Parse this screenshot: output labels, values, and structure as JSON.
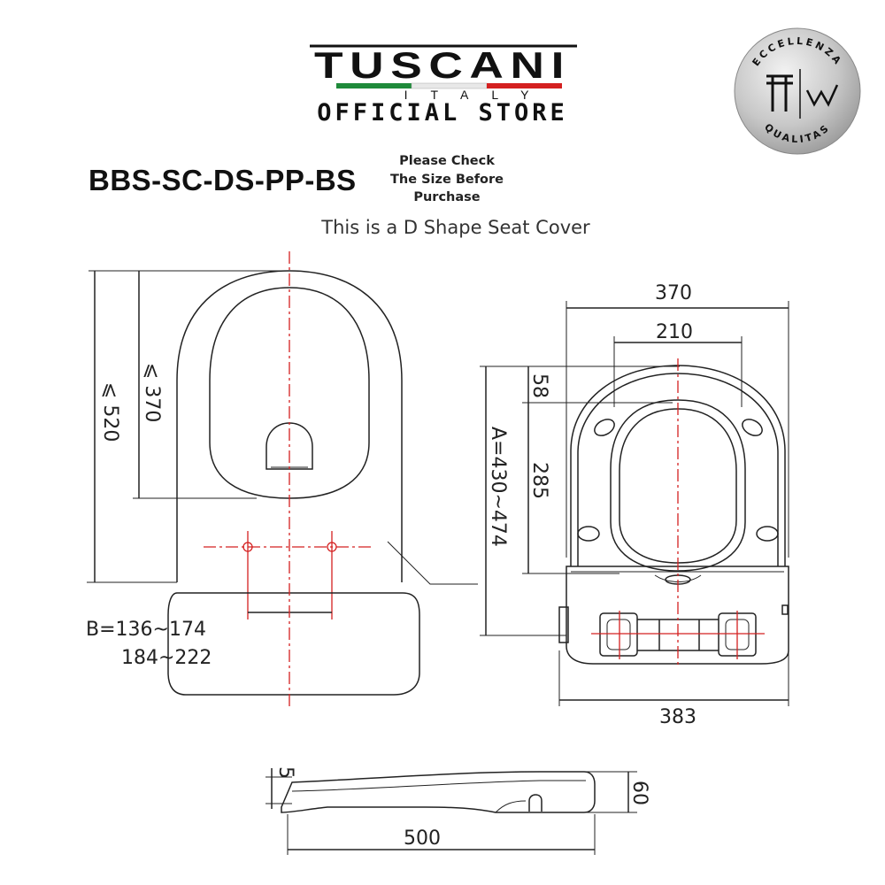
{
  "brand": {
    "logo_text": "TUSCANI",
    "logo_subtext": "ITALY",
    "store_label": "OFFICIAL STORE"
  },
  "badge": {
    "top_text": "ECCELLENZA",
    "bottom_text": "QUALITAS"
  },
  "product": {
    "model_code": "BBS-SC-DS-PP-BS",
    "note_lines": [
      "Please Check",
      "The Size Before",
      "Purchase"
    ],
    "subtitle": "This is a D Shape Seat Cover"
  },
  "dimensions": {
    "top_view": {
      "overall_length": "⩽ 520",
      "opening_length": "⩽ 370",
      "hinge_spacing_b": "B=136~174",
      "hinge_spacing_alt": "184~222"
    },
    "front_view": {
      "overall_width": "370",
      "opening_width": "210",
      "front_rim": "58",
      "opening_depth": "285",
      "length_a": "A=430~474",
      "base_width": "383"
    },
    "side_view": {
      "thickness": "5",
      "height": "60",
      "length": "500"
    }
  },
  "colors": {
    "centerline": "#d42020",
    "line": "#222222"
  }
}
